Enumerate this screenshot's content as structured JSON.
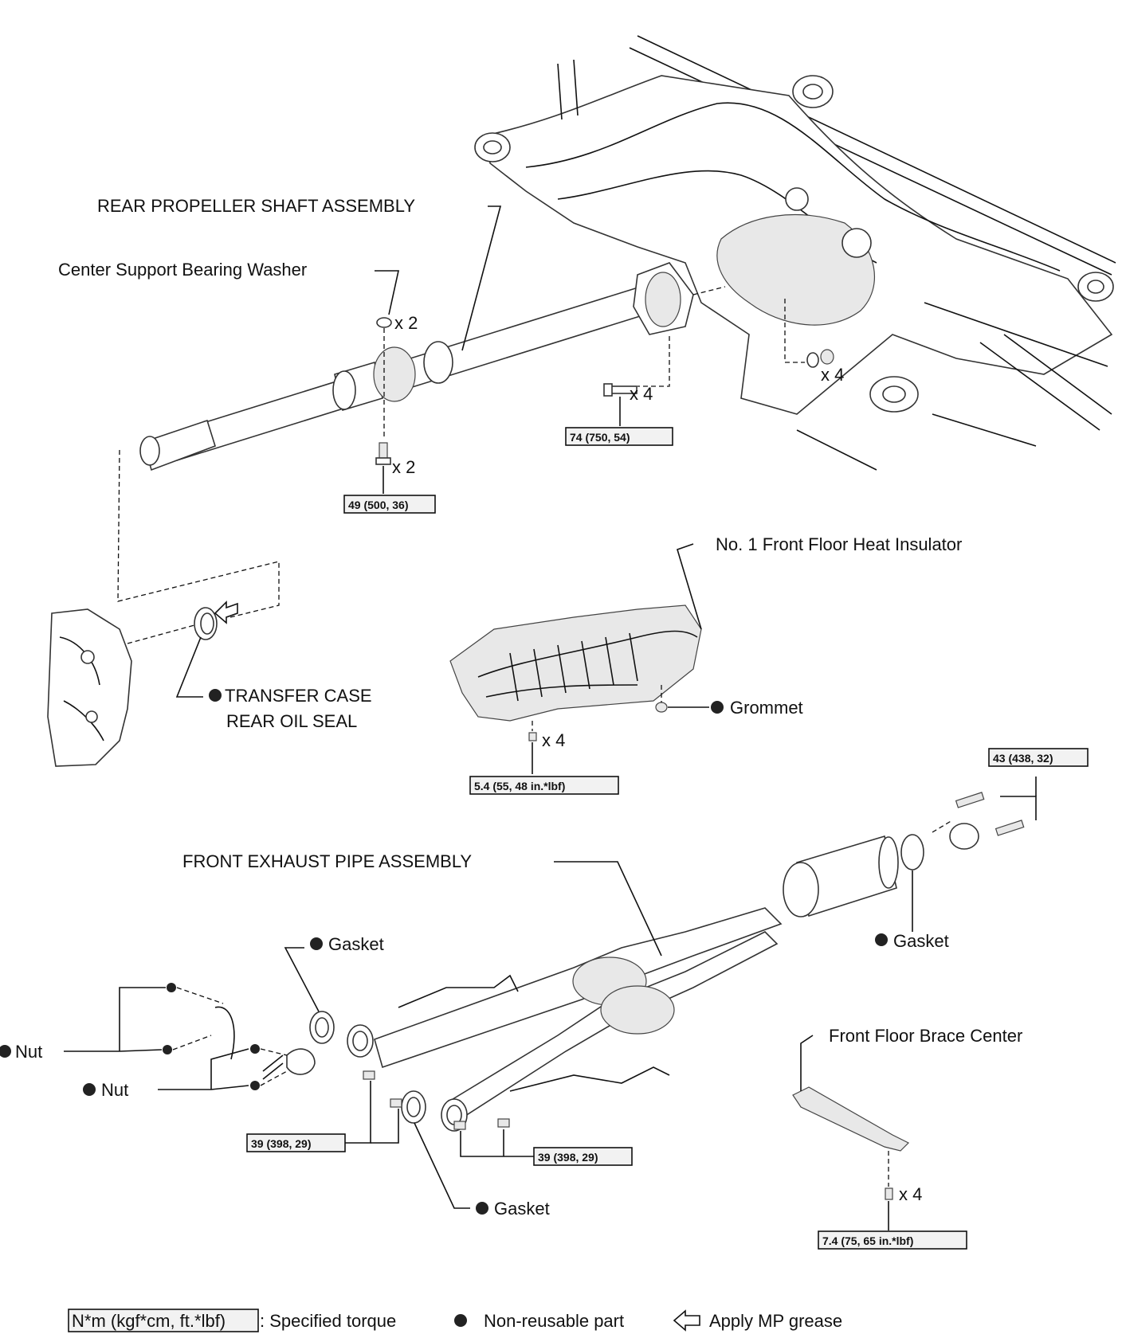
{
  "labels": {
    "rear_propeller_shaft": "REAR PROPELLER SHAFT ASSEMBLY",
    "center_support_washer": "Center Support Bearing Washer",
    "transfer_case_seal_line1": "TRANSFER CASE",
    "transfer_case_seal_line2": "REAR OIL SEAL",
    "heat_insulator": "No. 1 Front Floor Heat Insulator",
    "grommet": "Grommet",
    "front_exhaust_pipe": "FRONT EXHAUST PIPE ASSEMBLY",
    "gasket_left_top": "Gasket",
    "gasket_right": "Gasket",
    "gasket_bottom": "Gasket",
    "nut_left": "Nut",
    "nut_lower": "Nut",
    "front_floor_brace": "Front Floor Brace Center"
  },
  "quantities": {
    "washer_qty": "x 2",
    "center_bolt_qty": "x 2",
    "flange_bolt_qty": "x 4",
    "diff_nut_qty": "x 4",
    "insulator_bolt_qty": "x 4",
    "brace_bolt_qty": "x 4"
  },
  "torques": {
    "center_bolt": "49 (500, 36)",
    "flange_bolt": "74 (750, 54)",
    "insulator_bolt": "5.4 (55, 48 in.*lbf)",
    "rear_exhaust_bolt": "43 (438, 32)",
    "front_left_bolt": "39 (398, 29)",
    "front_right_bolt": "39 (398, 29)",
    "brace_bolt": "7.4 (75, 65 in.*lbf)"
  },
  "legend": {
    "torque_box": "N*m (kgf*cm, ft.*lbf)",
    "torque_text": ": Specified torque",
    "nonreusable_text": "Non-reusable part",
    "grease_text": "Apply MP grease"
  }
}
